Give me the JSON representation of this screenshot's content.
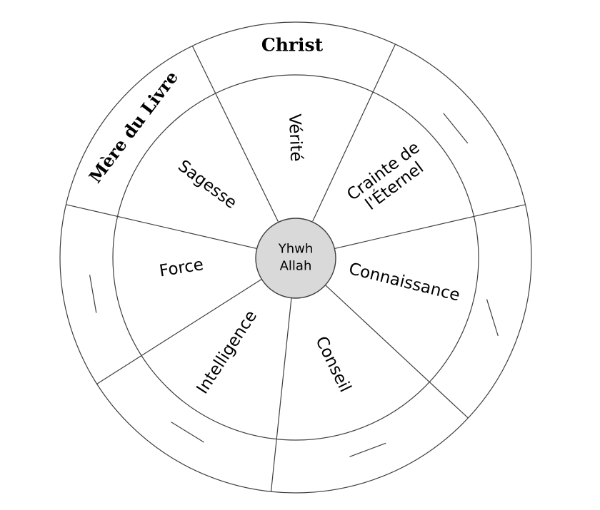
{
  "diagram": {
    "center_circle": {
      "line1": "Yhwh",
      "line2": "Allah"
    },
    "outer_ring": {
      "top_label": "Christ",
      "upper_left_label": "Mère du Livre",
      "unlabeled_segment_count": 5
    },
    "sectors": [
      {
        "label": "Vérité"
      },
      {
        "label_line1": "Crainte de",
        "label_line2": "l'Éternel"
      },
      {
        "label": "Connaissance"
      },
      {
        "label": "Conseil"
      },
      {
        "label": "Intelligence"
      },
      {
        "label": "Force"
      },
      {
        "label": "Sagesse"
      }
    ],
    "colors": {
      "center_fill": "#d9d9d9",
      "stroke": "#3f3f3f",
      "text": "#000000",
      "background": "#ffffff"
    }
  }
}
